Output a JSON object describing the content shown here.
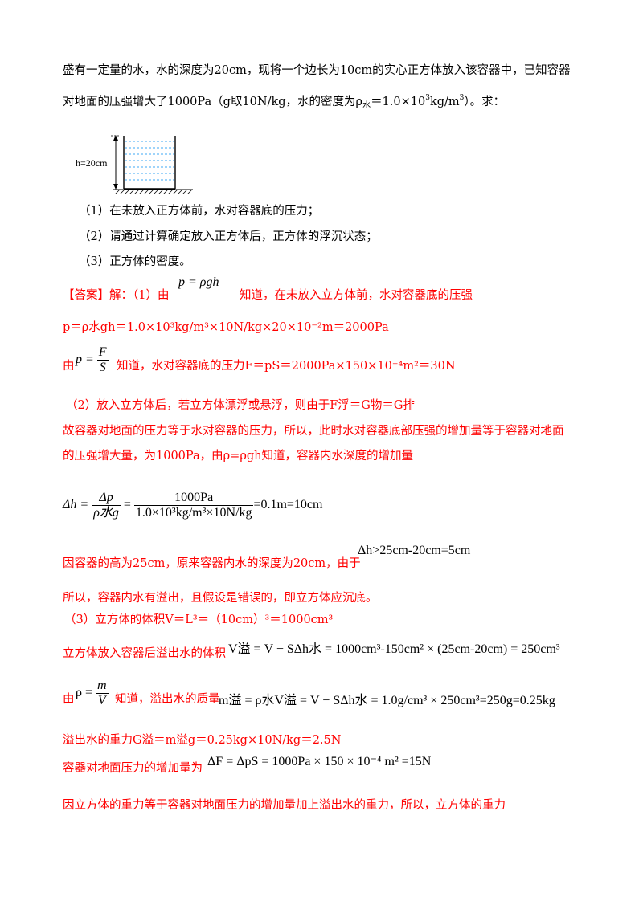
{
  "intro": {
    "line1": "盛有一定量的水，水的深度为20cm，现将一个边长为10cm的实心正方体放入该容器中，已知容器",
    "line2_a": "对地面的压强增大了1000Pa（g取10N/kg，水的密度为ρ",
    "line2_sub": "水",
    "line2_b": "＝1.0×10",
    "line2_sup": "3",
    "line2_c": "kg/m",
    "line2_sup2": "3",
    "line2_d": "）。求："
  },
  "figure": {
    "h_label": "h=20cm"
  },
  "questions": [
    "（1）在未放入正方体前，水对容器底的压力；",
    "（2）请通过计算确定放入正方体后，正方体的浮沉状态；",
    "（3）正方体的密度。"
  ],
  "answer": {
    "tag": "【答案】",
    "l1_a": "解：（1）由",
    "l1_formula": "p = ρgh",
    "l1_b": "知道，在未放入立方体前，水对容器底的压强",
    "l2": "p＝ρ水gh＝1.0×10³kg/m³×10N/kg×20×10⁻²m＝2000Pa",
    "l3_a": "由",
    "l3_p": "p",
    "l3_num": "F",
    "l3_den": "S",
    "l3_b": "知道，水对容器底的压力F＝pS＝2000Pa×150×10⁻⁴m²＝30N",
    "l4": "（2）放入立方体后，若立方体漂浮或悬浮，则由于F浮＝G物＝G排",
    "l5": "故容器对地面的压力等于水对容器的压力，所以，此时水对容器底部压强的增加量等于容器对地面",
    "l6": "的压强增大量，为1000Pa，由ρ=ρgh知道，容器内水深度的增加量",
    "l7_lhs": "Δh =",
    "l7_num1": "Δp",
    "l7_den1": "ρ水g",
    "l7_num2": "1000Pa",
    "l7_den2": "1.0×10³kg/m³×10N/kg",
    "l7_rhs": "=0.1m=10cm",
    "l8_a": "因容器的高为25cm，原来容器内水的深度为20cm，由于",
    "l8_b": "Δh>25cm-20cm=5cm",
    "l9": "所以，容器内水有溢出，且假设是错误的，即立方体应沉底。",
    "l10": "（3）立方体的体积V＝L³＝（10cm）³＝1000cm³",
    "l11_a": "立方体放入容器后溢出水的体积",
    "l11_b": "V溢 = V − SΔh水 = 1000cm³-150cm² × (25cm-20cm) = 250cm³",
    "l12_a": "由",
    "l12_rho": "ρ =",
    "l12_num": "m",
    "l12_den": "V",
    "l12_b": "知道，溢出水的质量",
    "l12_c": "m溢 = ρ水V溢 = V − SΔh水 = 1.0g/cm³ × 250cm³=250g=0.25kg",
    "l13": "溢出水的重力G溢＝m溢g＝0.25kg×10N/kg＝2.5N",
    "l14_a": "容器对地面压力的增加量为",
    "l14_b": "ΔF = ΔpS = 1000Pa × 150 × 10⁻⁴ m² =15N",
    "l15": "因立方体的重力等于容器对地面压力的增加量加上溢出水的重力，所以，立方体的重力"
  }
}
